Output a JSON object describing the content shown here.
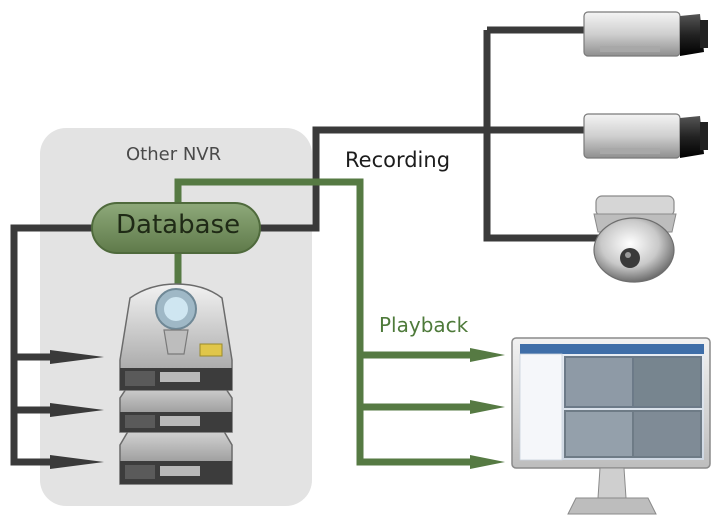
{
  "diagram": {
    "nvr_title": "Other NVR",
    "database_label": "Database",
    "recording_label": "Recording",
    "playback_label": "Playback",
    "colors": {
      "panel": "#e3e3e3",
      "recording_line": "#3a3a3a",
      "playback_line": "#567a43",
      "database_fill": "#6f8a58",
      "arrow_dark": "#3a3a3a",
      "arrow_green": "#567a43"
    },
    "icons": [
      "bullet-camera-icon",
      "bullet-camera-icon",
      "dome-camera-icon",
      "server-stack-icon",
      "monitor-icon"
    ]
  }
}
